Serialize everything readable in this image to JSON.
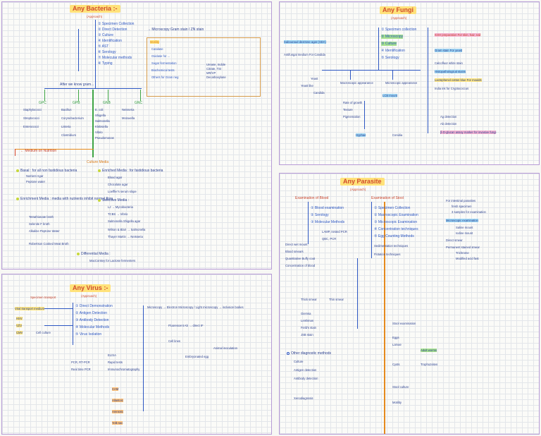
{
  "bacteria": {
    "title": "Any Bacteria :-",
    "subtitle": "(Approach)",
    "steps": [
      "① Specimen Collection",
      "② Direct Detection",
      "③ Culture",
      "④ Identification",
      "⑤ AST",
      "⑥ Serology",
      "⑦ Molecular methods",
      "⑧ Typing"
    ],
    "detect_note": "→ Microscopy Gram stain / ZN stain",
    "id_box": [
      "Motility",
      "Catalase",
      "Oxidase for ...",
      "Sugar fermentation",
      "Biochemical tests",
      "Others for Gram neg",
      "Urease, Indole",
      "Citrate, TSI",
      "MR/VP",
      "Decarboxylase"
    ],
    "after_growth": "After we know gram...",
    "col_heads": [
      "GPC",
      "GPB",
      "GNB",
      "GNC"
    ],
    "col1": [
      "Staphylococci",
      "Streptococci",
      "Enterococci"
    ],
    "col2": [
      "Bacillus",
      "Corynebacterium",
      "Listeria",
      "Clostridium"
    ],
    "col3": [
      "E. coli",
      "Shigella",
      "Salmonella",
      "Klebsiella",
      "Vibrio",
      "Pseudomonas"
    ],
    "col4": [
      "Neisseria",
      "Moraxella"
    ],
    "culture_media": "Culture Media",
    "red_arrow_note": "← Medium on Nutrition",
    "media_left_1": "Basal : for all non fastidious bacteria",
    "media_left_1_items": [
      "Nutrient Agar",
      "Peptone water"
    ],
    "media_left_2": "Enrichment Media : media with nutrients inhibit normal flora",
    "media_left_2_items": [
      "Tetrathionate broth",
      "Selenite F broth",
      "Alkaline Peptone Water",
      "Robertson Cooked Meat Broth"
    ],
    "media_right_1": "Enriched Media : for fastidious bacteria",
    "media_right_1_items": [
      "Blood agar",
      "Chocolate agar",
      "Loeffler's serum slope"
    ],
    "media_right_2": "Selective Media :",
    "media_right_2_items": [
      "LJ → Mycobacteria",
      "TCBS → Vibrio",
      "Salmonella Shigella agar",
      "Wilson & Blair → Salmonella",
      "Thayer Martin → Neisseria"
    ],
    "media_bottom": "Differential Media :",
    "media_bottom_item": "MacConkey for Lactose fermenters"
  },
  "fungi": {
    "title": "Any Fungi",
    "subtitle": "(Approach)",
    "steps": [
      "① Specimen collection",
      "② Microscopy",
      "③ Culture",
      "④ Identification",
      "⑤ Serology"
    ],
    "left_notes": [
      "Sabouraud dextrose agar (SDA)",
      "Antifungal medium For Candida"
    ],
    "right_notes": [
      "KOH preparation For skin, hair, nail",
      "Gram stain For yeast",
      "Lactophenol cotton blue For moulds",
      "India ink for Cryptococcus",
      "Calcofluor white stain",
      "Histopathological stains"
    ],
    "tree_left": [
      "Yeast",
      "Yeast like",
      "Candida"
    ],
    "tree_mid": [
      "Macroscopic appearance",
      "Rate of growth",
      "Texture",
      "Pigmentation"
    ],
    "tree_right": [
      "Microscopic appearance",
      "LCB mount",
      "Hyphae",
      "Conidia"
    ],
    "bottom": [
      "Ag detection",
      "Ab detection",
      "β-D-glucan assay marker for invasive fungi"
    ]
  },
  "virus": {
    "title": "Any Virus :-",
    "subtitle": "(Approach)",
    "left_labels": [
      "Specimen transport",
      "Viral transport medium",
      "HSV",
      "VZV",
      "CMV",
      "Cell culture"
    ],
    "steps": [
      "① Direct Demonstration",
      "② Antigen Detection",
      "③ Antibody Detection",
      "④ Molecular Methods",
      "⑤ Virus Isolation"
    ],
    "microscopy": "Microscopy → Electron Microscopy / Light microscopy → inclusion bodies",
    "fluor": "Fluorescent Ab → direct IF",
    "ag_notes": [
      "ELISA",
      "Rapid tests",
      "Immunochromatography"
    ],
    "mol_notes": [
      "PCR, RT-PCR",
      "Real time PCR"
    ],
    "isolation": [
      "Cell lines",
      "Animal inoculation",
      "Embryonated egg"
    ],
    "egg_routes": [
      "CAM",
      "Allantoic",
      "Amniotic",
      "Yolk sac"
    ]
  },
  "parasite": {
    "title": "Any Parasite",
    "subtitle": "(Approach)",
    "left_head": "Examination of Blood",
    "right_head": "Examination of Stool",
    "left_steps": [
      "① Blood examination",
      "② Serology",
      "③ Molecular Methods",
      "LAMP, nested PCR",
      "QBC, PCR"
    ],
    "left_items": [
      "Direct wet mount",
      "Blood smears",
      "Quantitative Buffy coat",
      "Concentration of blood"
    ],
    "right_steps": [
      "① Specimen Collection",
      "② Macroscopic Examination",
      "③ Microscopic Examination",
      "④ Concentration techniques",
      "⑤ Egg Counting Methods"
    ],
    "right_notes": [
      "Sedimentation techniques",
      "Flotation techniques"
    ],
    "far_right": [
      "For intestinal parasites",
      "fresh specimen",
      "3 samples for examination",
      "Microscopic examination",
      "Saline mount",
      "Iodine mount",
      "Direct smear",
      "Permanent stained smear",
      "Trichrome",
      "Modified acid fast"
    ],
    "bottom_left": [
      "Thick smear",
      "Thin smear",
      "Giemsa",
      "Leishman",
      "Field's stain",
      "JSB stain"
    ],
    "bottom_mid": [
      "Other diagnostic methods",
      "Culture",
      "Antigen detection",
      "Antibody detection",
      "Xenodiagnosis"
    ],
    "bottom_right": [
      "Stool examination",
      "Eggs",
      "Larvae",
      "Adult worms",
      "Cysts",
      "Trophozoites",
      "Stool culture",
      "Motility"
    ]
  }
}
